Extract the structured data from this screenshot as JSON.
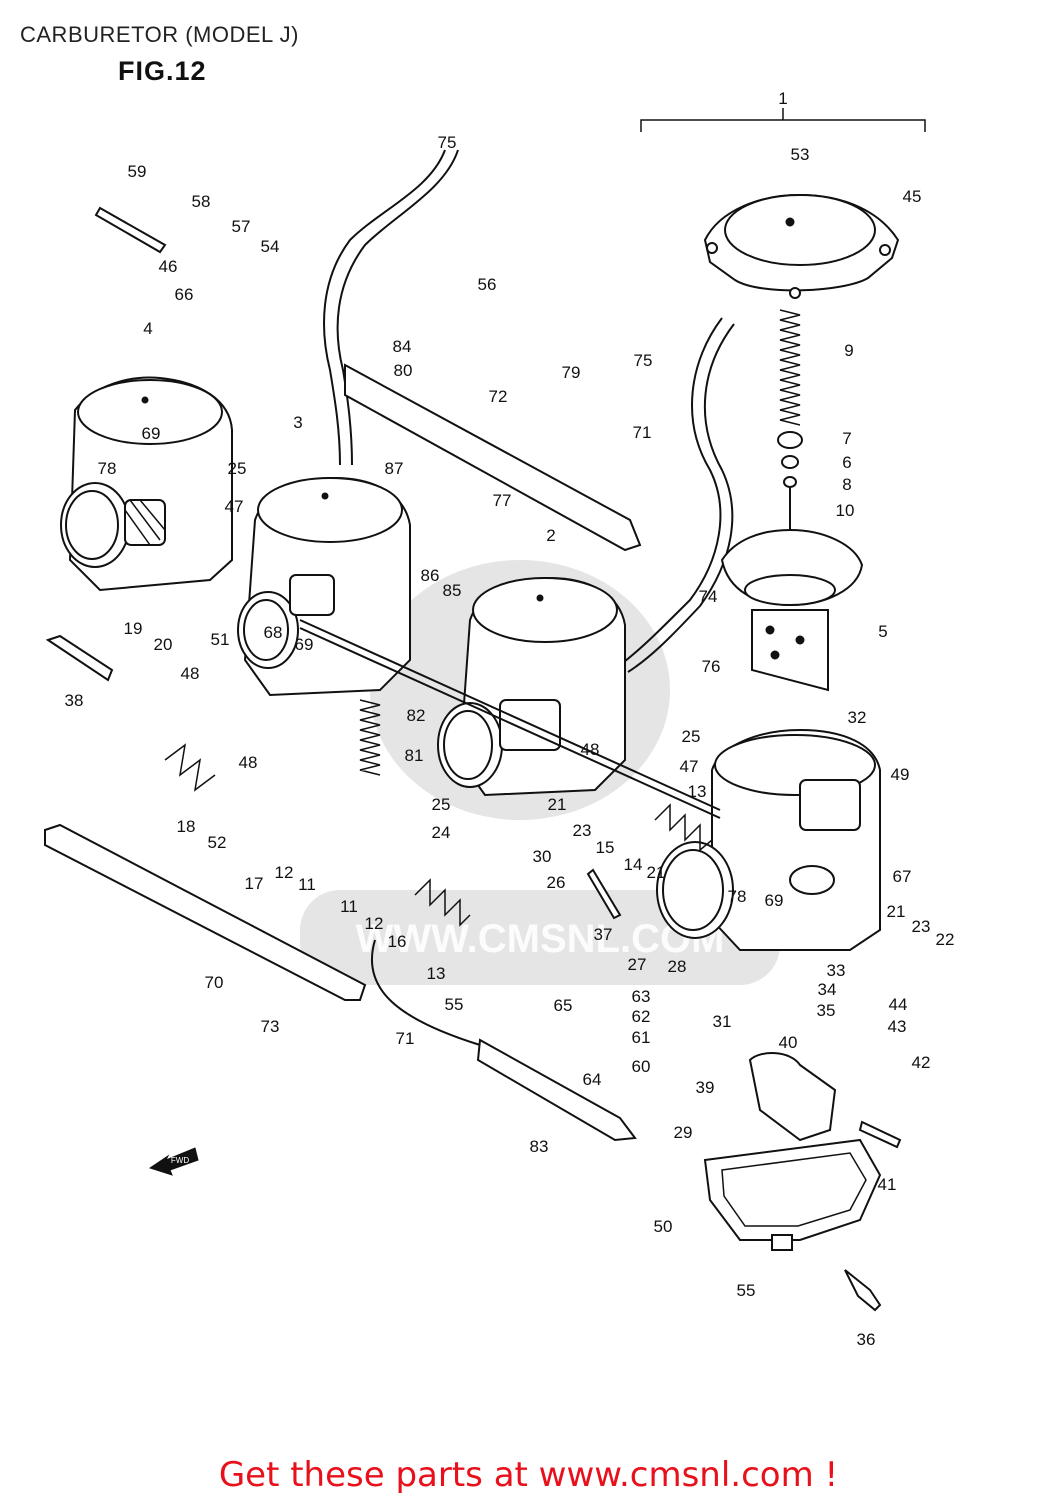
{
  "header": {
    "title": "CARBURETOR (MODEL J)",
    "figure": "FIG.12"
  },
  "footer": {
    "cta": "Get these parts at www.cmsnl.com !"
  },
  "watermark": {
    "text": "WWW.CMSNL.COM"
  },
  "fwd_label": "FWD",
  "callouts": [
    {
      "id": "p1",
      "label": "1"
    },
    {
      "id": "p53",
      "label": "53"
    },
    {
      "id": "p45",
      "label": "45"
    },
    {
      "id": "p75a",
      "label": "75"
    },
    {
      "id": "p59",
      "label": "59"
    },
    {
      "id": "p58",
      "label": "58"
    },
    {
      "id": "p57",
      "label": "57"
    },
    {
      "id": "p54",
      "label": "54"
    },
    {
      "id": "p46",
      "label": "46"
    },
    {
      "id": "p66",
      "label": "66"
    },
    {
      "id": "p4",
      "label": "4"
    },
    {
      "id": "p56",
      "label": "56"
    },
    {
      "id": "p84",
      "label": "84"
    },
    {
      "id": "p80",
      "label": "80"
    },
    {
      "id": "p79",
      "label": "79"
    },
    {
      "id": "p75b",
      "label": "75"
    },
    {
      "id": "p9",
      "label": "9"
    },
    {
      "id": "p72",
      "label": "72"
    },
    {
      "id": "p71a",
      "label": "71"
    },
    {
      "id": "p7",
      "label": "7"
    },
    {
      "id": "p6",
      "label": "6"
    },
    {
      "id": "p8",
      "label": "8"
    },
    {
      "id": "p10",
      "label": "10"
    },
    {
      "id": "p69a",
      "label": "69"
    },
    {
      "id": "p78a",
      "label": "78"
    },
    {
      "id": "p25a",
      "label": "25"
    },
    {
      "id": "p47a",
      "label": "47"
    },
    {
      "id": "p3",
      "label": "3"
    },
    {
      "id": "p87",
      "label": "87"
    },
    {
      "id": "p77",
      "label": "77"
    },
    {
      "id": "p2",
      "label": "2"
    },
    {
      "id": "p86",
      "label": "86"
    },
    {
      "id": "p85",
      "label": "85"
    },
    {
      "id": "p74",
      "label": "74"
    },
    {
      "id": "p5",
      "label": "5"
    },
    {
      "id": "p19",
      "label": "19"
    },
    {
      "id": "p20",
      "label": "20"
    },
    {
      "id": "p48a",
      "label": "48"
    },
    {
      "id": "p51",
      "label": "51"
    },
    {
      "id": "p68",
      "label": "68"
    },
    {
      "id": "p69b",
      "label": "69"
    },
    {
      "id": "p38",
      "label": "38"
    },
    {
      "id": "p76",
      "label": "76"
    },
    {
      "id": "p32",
      "label": "32"
    },
    {
      "id": "p82",
      "label": "82"
    },
    {
      "id": "p81",
      "label": "81"
    },
    {
      "id": "p48b",
      "label": "48"
    },
    {
      "id": "p25b",
      "label": "25"
    },
    {
      "id": "p47b",
      "label": "47"
    },
    {
      "id": "p49",
      "label": "49"
    },
    {
      "id": "p48c",
      "label": "48"
    },
    {
      "id": "p13a",
      "label": "13"
    },
    {
      "id": "p18",
      "label": "18"
    },
    {
      "id": "p52",
      "label": "52"
    },
    {
      "id": "p25c",
      "label": "25"
    },
    {
      "id": "p24",
      "label": "24"
    },
    {
      "id": "p21a",
      "label": "21"
    },
    {
      "id": "p23a",
      "label": "23"
    },
    {
      "id": "p15",
      "label": "15"
    },
    {
      "id": "p14",
      "label": "14"
    },
    {
      "id": "p21b",
      "label": "21"
    },
    {
      "id": "p17",
      "label": "17"
    },
    {
      "id": "p12a",
      "label": "12"
    },
    {
      "id": "p11a",
      "label": "11"
    },
    {
      "id": "p30",
      "label": "30"
    },
    {
      "id": "p26",
      "label": "26"
    },
    {
      "id": "p78b",
      "label": "78"
    },
    {
      "id": "p69c",
      "label": "69"
    },
    {
      "id": "p67",
      "label": "67"
    },
    {
      "id": "p11b",
      "label": "11"
    },
    {
      "id": "p12b",
      "label": "12"
    },
    {
      "id": "p16",
      "label": "16"
    },
    {
      "id": "p13b",
      "label": "13"
    },
    {
      "id": "p37",
      "label": "37"
    },
    {
      "id": "p27",
      "label": "27"
    },
    {
      "id": "p28",
      "label": "28"
    },
    {
      "id": "p21c",
      "label": "21"
    },
    {
      "id": "p23b",
      "label": "23"
    },
    {
      "id": "p22",
      "label": "22"
    },
    {
      "id": "p70",
      "label": "70"
    },
    {
      "id": "p33",
      "label": "33"
    },
    {
      "id": "p34",
      "label": "34"
    },
    {
      "id": "p35",
      "label": "35"
    },
    {
      "id": "p44",
      "label": "44"
    },
    {
      "id": "p43",
      "label": "43"
    },
    {
      "id": "p63",
      "label": "63"
    },
    {
      "id": "p55a",
      "label": "55"
    },
    {
      "id": "p65",
      "label": "65"
    },
    {
      "id": "p62",
      "label": "62"
    },
    {
      "id": "p31",
      "label": "31"
    },
    {
      "id": "p40",
      "label": "40"
    },
    {
      "id": "p42",
      "label": "42"
    },
    {
      "id": "p73",
      "label": "73"
    },
    {
      "id": "p71b",
      "label": "71"
    },
    {
      "id": "p61",
      "label": "61"
    },
    {
      "id": "p60",
      "label": "60"
    },
    {
      "id": "p64",
      "label": "64"
    },
    {
      "id": "p39",
      "label": "39"
    },
    {
      "id": "p29",
      "label": "29"
    },
    {
      "id": "p83",
      "label": "83"
    },
    {
      "id": "p41",
      "label": "41"
    },
    {
      "id": "p50",
      "label": "50"
    },
    {
      "id": "p55b",
      "label": "55"
    },
    {
      "id": "p36",
      "label": "36"
    }
  ]
}
